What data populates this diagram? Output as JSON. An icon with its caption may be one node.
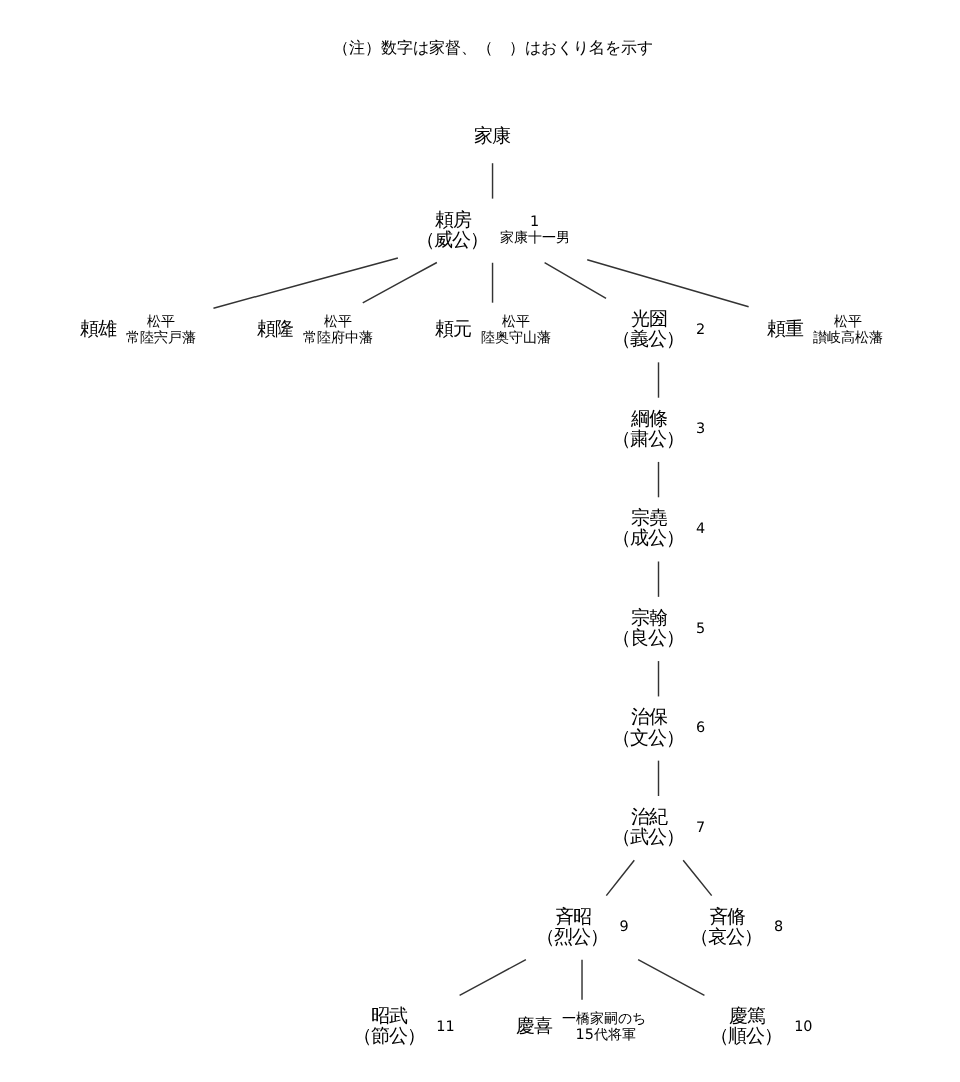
{
  "diagram": {
    "nodes": [
      {
        "text": [
          "家康"
        ]
      },
      {
        "text": [
          "頼房",
          "（威公）"
        ],
        "beside": [
          "1",
          "家康十一男"
        ]
      },
      {
        "text": [
          "頼雄"
        ],
        "beside": [
          "松平",
          "常陸宍戸藩"
        ]
      },
      {
        "text": [
          "頼隆"
        ],
        "beside": [
          "松平",
          "常陸府中藩"
        ]
      },
      {
        "text": [
          "頼元"
        ],
        "beside": [
          "松平",
          "陸奥守山藩"
        ]
      },
      {
        "text": [
          "光圀",
          "（義公）"
        ],
        "beside": [
          "2"
        ]
      },
      {
        "text": [
          "頼重"
        ],
        "beside": [
          "松平",
          "讃岐高松藩"
        ]
      },
      {
        "text": [
          "綱條",
          "（粛公）"
        ],
        "beside": [
          "3"
        ]
      },
      {
        "text": [
          "宗堯",
          "（成公）"
        ],
        "beside": [
          "4"
        ]
      },
      {
        "text": [
          "宗翰",
          "（良公）"
        ],
        "beside": [
          "5"
        ]
      },
      {
        "text": [
          "治保",
          "（文公）"
        ],
        "beside": [
          "6"
        ]
      },
      {
        "text": [
          "治紀",
          "（武公）"
        ],
        "beside": [
          "7"
        ]
      },
      {
        "text": [
          "斉昭",
          "（烈公）"
        ],
        "beside": [
          "9"
        ]
      },
      {
        "text": [
          "斉脩",
          "（哀公）"
        ],
        "beside": [
          "8"
        ]
      },
      {
        "text": [
          "昭武",
          "（節公）"
        ],
        "beside": [
          "11"
        ]
      },
      {
        "text": [
          "慶喜"
        ],
        "beside": [
          "一橋家嗣のち",
          "15代将軍"
        ]
      },
      {
        "text": [
          "慶篤",
          "（順公）"
        ],
        "beside": [
          "10"
        ]
      }
    ],
    "edges": [
      {
        "from": 0,
        "to": 1,
        "arrow": "none"
      },
      {
        "from": 1,
        "to": 2,
        "arrow": "none"
      },
      {
        "from": 1,
        "to": 3,
        "arrow": "none"
      },
      {
        "from": 1,
        "to": 4,
        "arrow": "none"
      },
      {
        "from": 1,
        "to": 5,
        "arrow": "none"
      },
      {
        "from": 1,
        "to": 6,
        "arrow": "none"
      },
      {
        "from": 5,
        "to": 7,
        "arrow": "none"
      },
      {
        "from": 7,
        "to": 8,
        "arrow": "none"
      },
      {
        "from": 8,
        "to": 9,
        "arrow": "none"
      },
      {
        "from": 9,
        "to": 10,
        "arrow": "none"
      },
      {
        "from": 10,
        "to": 11,
        "arrow": "none"
      },
      {
        "from": 11,
        "to": 12,
        "arrow": "none"
      },
      {
        "from": 11,
        "to": 13,
        "arrow": "none"
      },
      {
        "from": 12,
        "to": 14,
        "arrow": "none"
      },
      {
        "from": 12,
        "to": 15,
        "arrow": "none"
      },
      {
        "from": 12,
        "to": 16,
        "arrow": "none"
      }
    ],
    "labels": [
      "（注）数字は家督、（　）はおくり名を示す"
    ]
  }
}
